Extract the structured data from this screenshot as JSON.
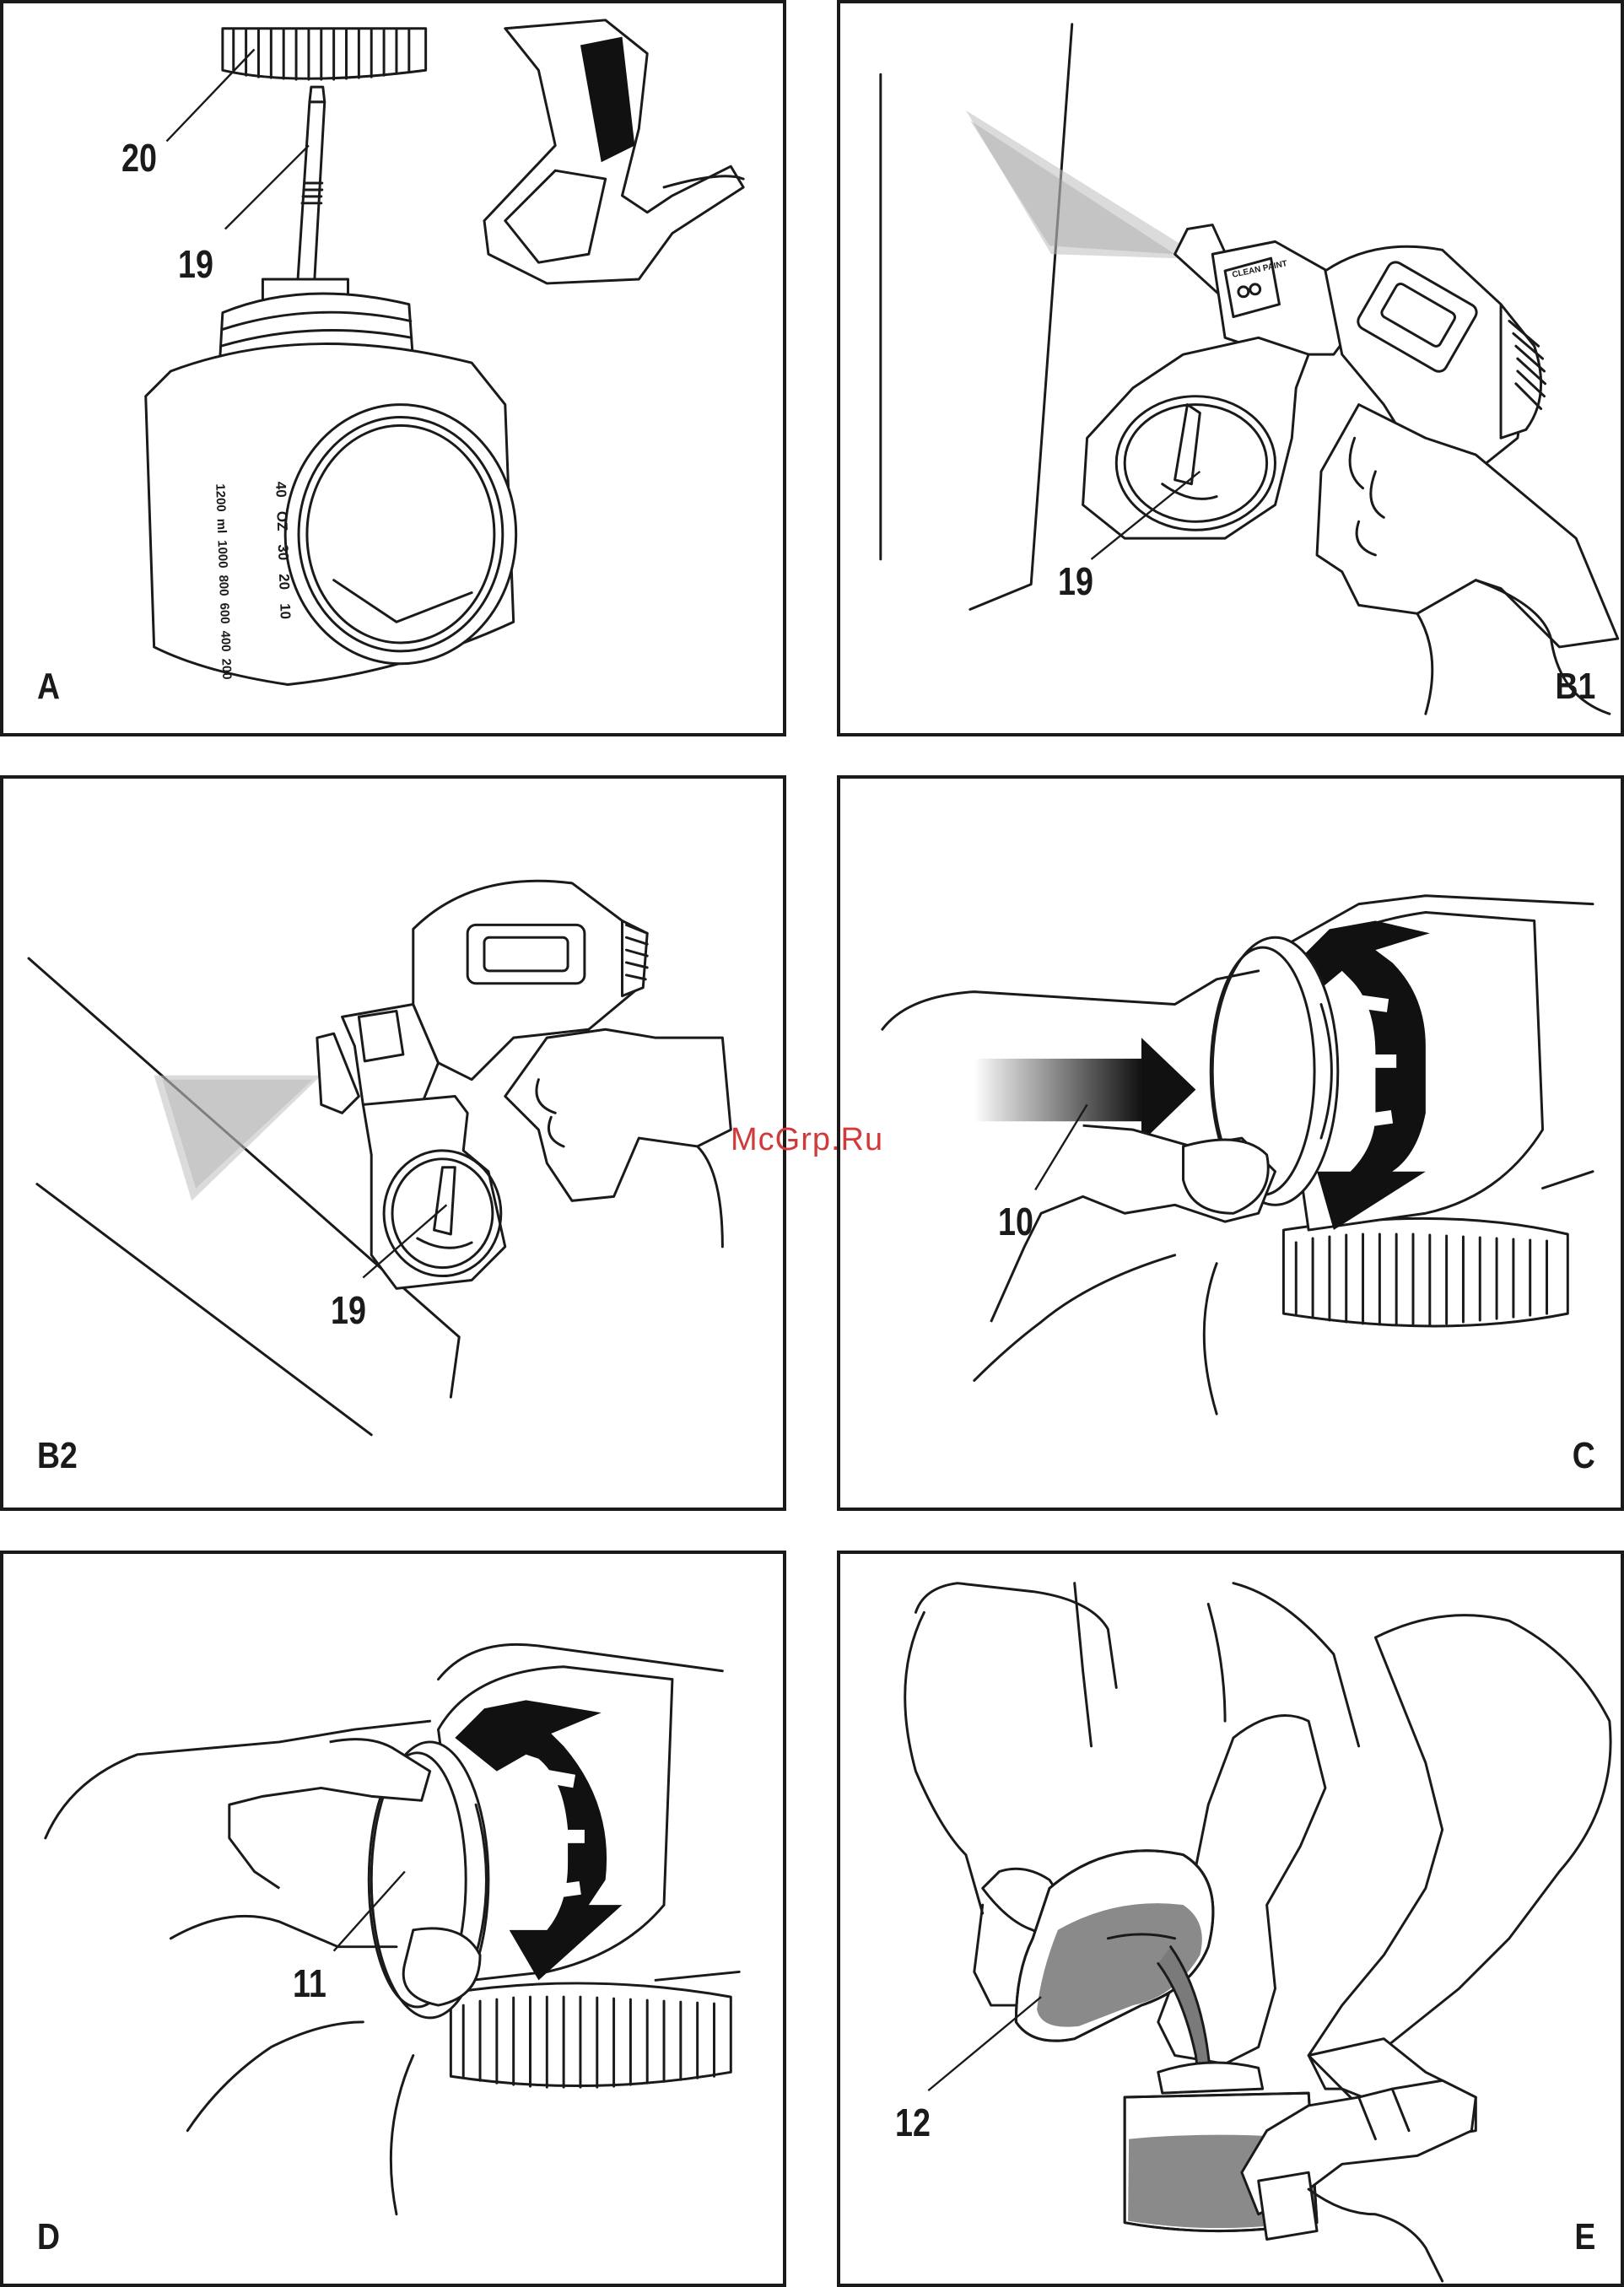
{
  "panels": [
    {
      "id": "A",
      "label": "A",
      "callouts": [
        "20",
        "19"
      ]
    },
    {
      "id": "B1",
      "label": "B1",
      "callouts": [
        "19"
      ]
    },
    {
      "id": "B2",
      "label": "B2",
      "callouts": [
        "19"
      ]
    },
    {
      "id": "C",
      "label": "C",
      "callouts": [
        "10"
      ]
    },
    {
      "id": "D",
      "label": "D",
      "callouts": [
        "11"
      ]
    },
    {
      "id": "E",
      "label": "E",
      "callouts": [
        "12"
      ]
    }
  ],
  "container_scale": {
    "oz_marks": [
      "40",
      "OZ",
      "30",
      "20",
      "10"
    ],
    "ml_marks": [
      "1200",
      "ml",
      "1000",
      "800",
      "600",
      "400",
      "200"
    ]
  },
  "switch_labels": [
    "CLEAN",
    "PAINT"
  ],
  "watermark": "McGrp.Ru",
  "colors": {
    "ink": "#1a1a1a",
    "paint": "#7a7a7a",
    "watermark": "#d23a3a"
  }
}
